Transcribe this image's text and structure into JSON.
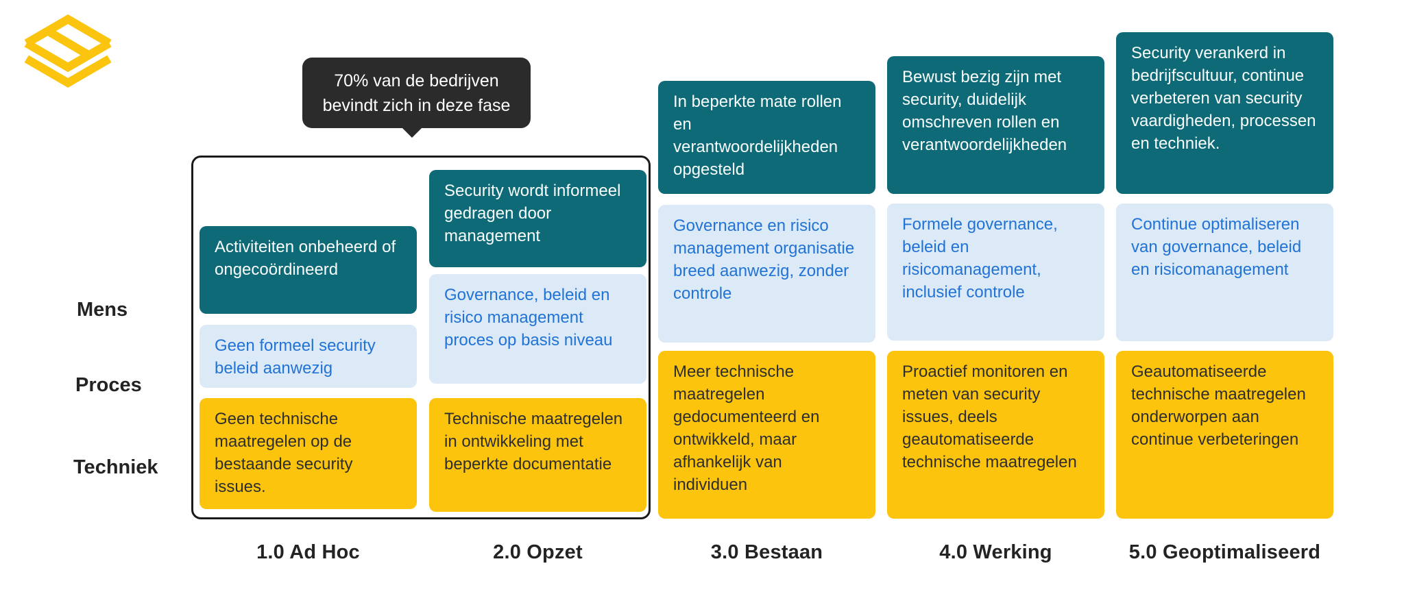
{
  "tooltip": {
    "text": "70% van de bedrijven bevindt zich in deze fase"
  },
  "rows": {
    "labels": [
      "Mens",
      "Proces",
      "Techniek"
    ]
  },
  "columns": [
    {
      "label": "1.0 Ad Hoc",
      "mens": "Activiteiten onbeheerd of ongecoördineerd",
      "proces": "Geen formeel security beleid aanwezig",
      "techniek": "Geen technische maatregelen op de bestaande security issues."
    },
    {
      "label": "2.0 Opzet",
      "mens": "Security wordt informeel gedragen door management",
      "proces": "Governance, beleid en risico management proces op basis niveau",
      "techniek": "Technische maatre­gelen in ontwikkeling met beperkte documentatie"
    },
    {
      "label": "3.0 Bestaan",
      "mens": "In beperkte mate rollen en verantwoordelijkheden opgesteld",
      "proces": "Governance en risico management organisatie breed aanwezig, zonder controle",
      "techniek": "Meer technische maatregelen gedocumenteerd en ontwikkeld, maar afhankelijk van individuen"
    },
    {
      "label": "4.0 Werking",
      "mens": "Bewust bezig zijn met security, duidelijk omschreven rollen en verantwoordelijkheden",
      "proces": "Formele governance, beleid en risicomanagement, inclusief controle",
      "techniek": "Proactief monitoren en meten van security issues, deels geautomatiseerde technische maatregelen"
    },
    {
      "label": "5.0 Geoptimaliseerd",
      "mens": "Security verankerd in bedrijfscultuur, continue verbeteren van security vaardigheden, pro­cessen en techniek.",
      "proces": "Continue optimaliseren van governance, beleid en risicomanagement",
      "techniek": "Geautomatiseerde technische maatregelen onderworpen aan continue verbeteringen"
    }
  ],
  "colors": {
    "teal": "#0D6A76",
    "light_blue_bg": "#DCE9F6",
    "blue_text": "#2173D6",
    "yellow": "#FDC40E",
    "tooltip_bg": "#2B2B2B",
    "highlight_border": "#1A1A1A",
    "logo_yellow": "#FBC40F"
  }
}
